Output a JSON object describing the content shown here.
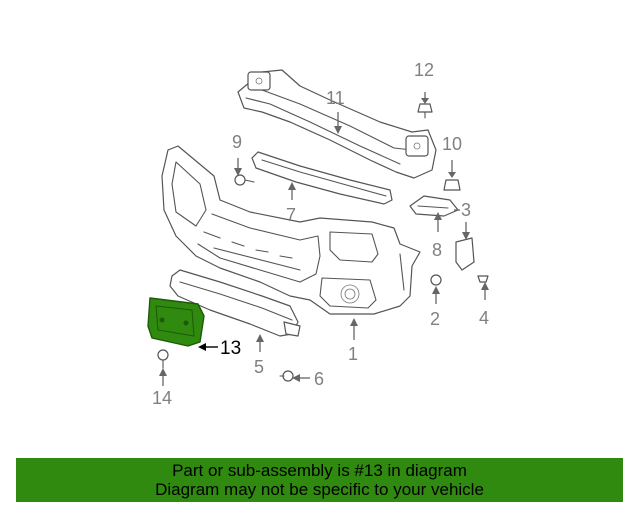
{
  "diagram": {
    "callouts": [
      {
        "id": "1",
        "label": "1"
      },
      {
        "id": "2",
        "label": "2"
      },
      {
        "id": "3",
        "label": "3"
      },
      {
        "id": "4",
        "label": "4"
      },
      {
        "id": "5",
        "label": "5"
      },
      {
        "id": "6",
        "label": "6"
      },
      {
        "id": "7",
        "label": "7"
      },
      {
        "id": "8",
        "label": "8"
      },
      {
        "id": "9",
        "label": "9"
      },
      {
        "id": "10",
        "label": "10"
      },
      {
        "id": "11",
        "label": "11"
      },
      {
        "id": "12",
        "label": "12"
      },
      {
        "id": "13",
        "label": "13"
      },
      {
        "id": "14",
        "label": "14"
      }
    ],
    "highlighted_part": "13",
    "highlight_color": "#2f8a0f"
  },
  "banner": {
    "line1": "Part or sub-assembly is #13 in diagram",
    "line2": "Diagram may not be specific to your vehicle",
    "color": "#2f8a0f"
  }
}
